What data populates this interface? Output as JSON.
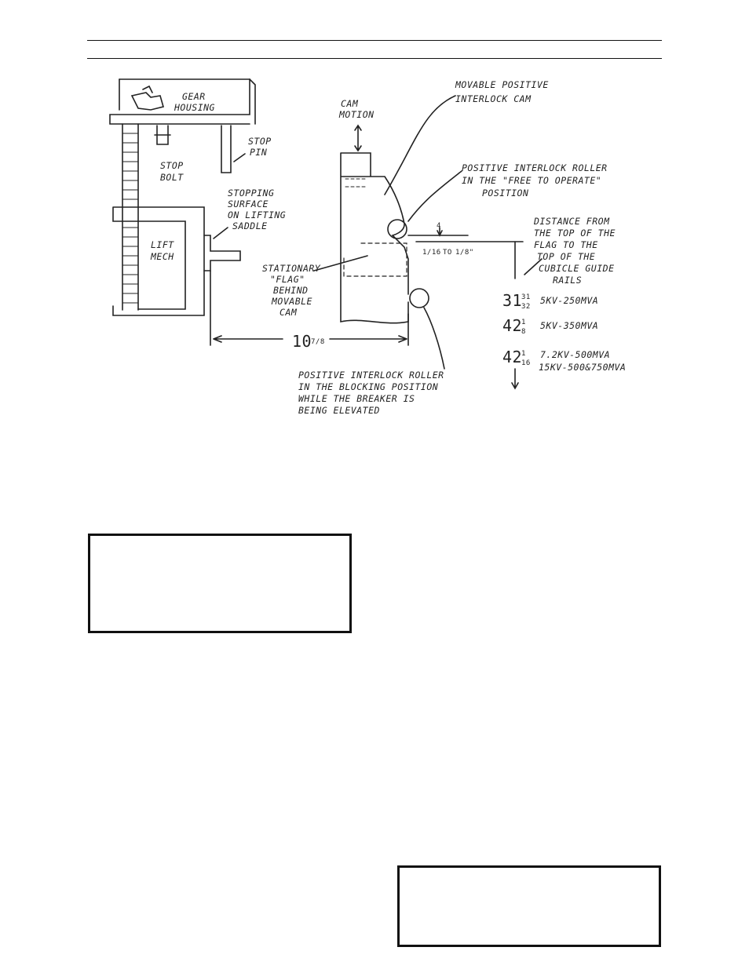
{
  "figure": {
    "labels": {
      "gear_housing_1": "GEAR",
      "gear_housing_2": "HOUSING",
      "stop_pin_1": "STOP",
      "stop_pin_2": "PIN",
      "stop_bolt_1": "STOP",
      "stop_bolt_2": "BOLT",
      "stopping_surface_1": "STOPPING",
      "stopping_surface_2": "SURFACE",
      "stopping_surface_3": "ON LIFTING",
      "stopping_surface_4": "SADDLE",
      "lift_mech_1": "LIFT",
      "lift_mech_2": "MECH",
      "stationary_flag_1": "STATIONARY",
      "stationary_flag_2": "\"FLAG\"",
      "stationary_flag_3": "BEHIND",
      "stationary_flag_4": "MOVABLE",
      "stationary_flag_5": "CAM",
      "cam_motion_1": "CAM",
      "cam_motion_2": "MOTION",
      "movable_cam_1": "MOVABLE POSITIVE",
      "movable_cam_2": "INTERLOCK CAM",
      "roller_free_1": "POSITIVE INTERLOCK ROLLER",
      "roller_free_2": "IN THE \"FREE TO OPERATE\"",
      "roller_free_3": "POSITION",
      "distance_1": "DISTANCE FROM",
      "distance_2": "THE TOP OF THE",
      "distance_3": "FLAG TO THE",
      "distance_4": "TOP OF THE",
      "distance_5": "CUBICLE GUIDE",
      "distance_6": "RAILS",
      "roller_block_1": "POSITIVE INTERLOCK ROLLER",
      "roller_block_2": "IN THE BLOCKING POSITION",
      "roller_block_3": "WHILE THE BREAKER IS",
      "roller_block_4": "BEING ELEVATED",
      "gap_small": "1/16",
      "gap_to": "TO",
      "gap_large": "1/8\"",
      "gap_arrow": "4",
      "width_whole": "10",
      "width_frac": "7/8"
    },
    "ratings": [
      {
        "whole": "31",
        "num": "31",
        "den": "32",
        "label": "5KV-250MVA"
      },
      {
        "whole": "42",
        "num": "1",
        "den": "8",
        "label": "5KV-350MVA"
      },
      {
        "whole": "42",
        "num": "1",
        "den": "16",
        "label": "7.2KV-500MVA"
      },
      {
        "whole": "",
        "num": "",
        "den": "",
        "label": "15KV-500&750MVA"
      }
    ]
  }
}
